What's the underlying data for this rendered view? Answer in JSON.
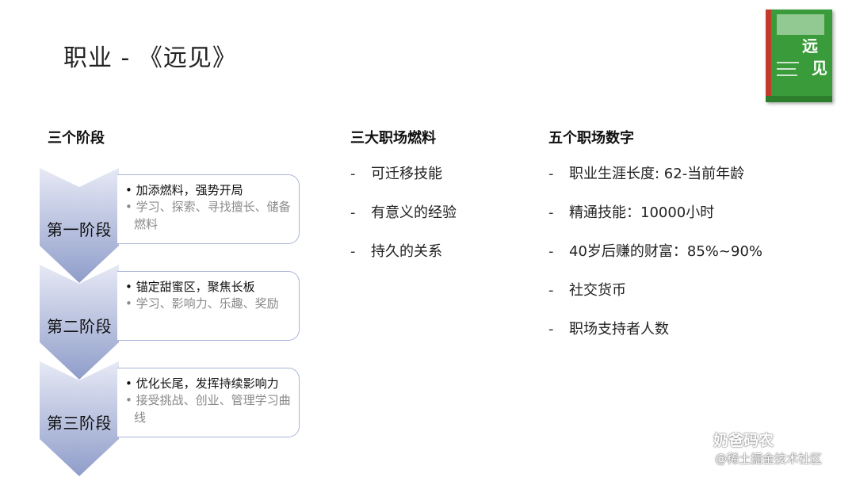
{
  "title": "职业 - 《远见》",
  "book": {
    "title_line1": "远",
    "title_line2": "见",
    "colors": {
      "cover": "#3a9b3a",
      "spine": "#c23a2a"
    }
  },
  "stages": {
    "heading": "三个阶段",
    "items": [
      {
        "label": "第一阶段",
        "main": "加添燃料，强势开局",
        "sub": "学习、探索、寻找擅长、储备燃料"
      },
      {
        "label": "第二阶段",
        "main": "锚定甜蜜区，聚焦长板",
        "sub": "学习、影响力、乐趣、奖励"
      },
      {
        "label": "第三阶段",
        "main": "优化长尾，发挥持续影响力",
        "sub": "接受挑战、创业、管理学习曲线"
      }
    ]
  },
  "fuels": {
    "heading": "三大职场燃料",
    "items": [
      "可迁移技能",
      "有意义的经验",
      "持久的关系"
    ]
  },
  "numbers": {
    "heading": "五个职场数字",
    "items": [
      "职业生涯长度: 62-当前年龄",
      "精通技能：10000小时",
      "40岁后赚的财富：85%~90%",
      "社交货币",
      "职场支持者人数"
    ]
  },
  "bullet_dash": "-",
  "watermark": {
    "line1": "奶爸码农",
    "line2": "@稀土掘金技术社区"
  },
  "colors": {
    "arrow_light": "#e4e8f4",
    "arrow_dark": "#8e9cc9",
    "box_border": "#a9b6d8"
  }
}
